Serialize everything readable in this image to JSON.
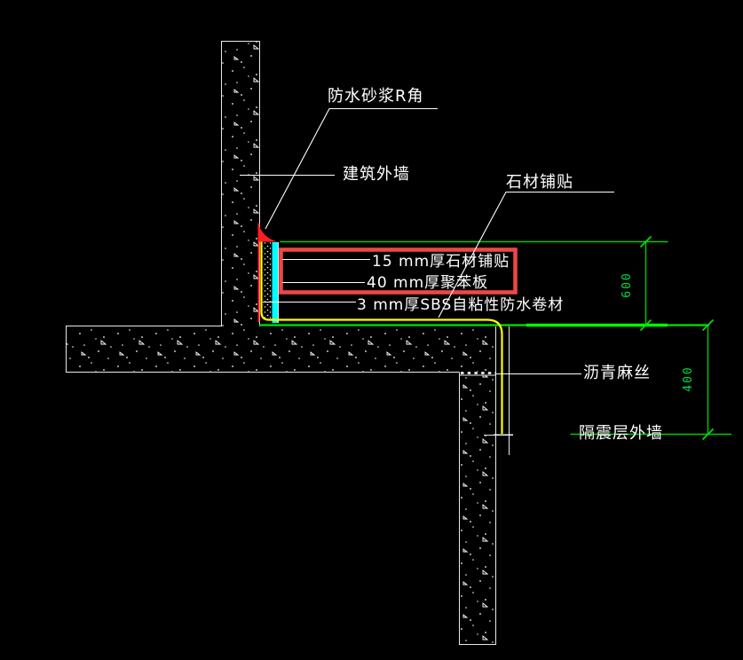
{
  "drawing": {
    "type": "cad-construction-detail",
    "background": "#000000",
    "labels": {
      "mortar_r_corner": "防水砂浆R角",
      "building_ext_wall": "建筑外墙",
      "stone_paving": "石材铺贴",
      "stone_layer": "15 mm厚石材铺贴",
      "eps_layer": "40 mm厚聚苯板",
      "sbs_layer": "3 mm厚SBS自粘性防水卷材",
      "asphalt_oakum": "沥青麻丝",
      "isolation_wall": "隔震层外墙"
    },
    "dimensions": {
      "upper": "600",
      "lower": "400"
    },
    "colors": {
      "structure_line": "#ffffff",
      "highlight_box_red": "#ee4747",
      "fillet_red": "#ff1f1f",
      "insulation_cyan": "#00ffff",
      "membrane_yellow": "#ffff00",
      "dimension_green": "#00dd00",
      "surface_green": "#00ff00"
    }
  }
}
